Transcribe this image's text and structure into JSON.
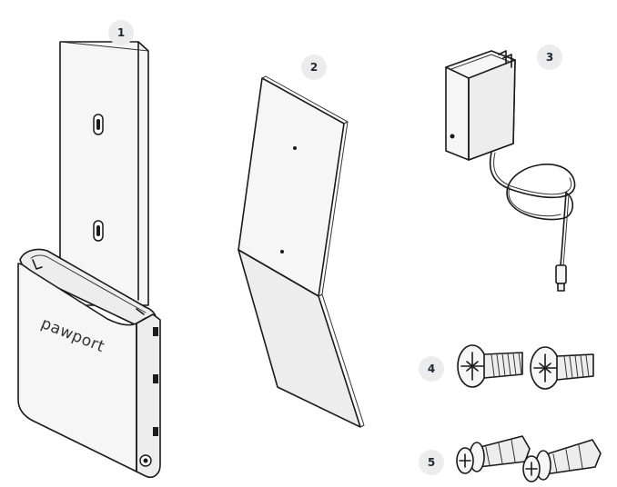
{
  "badges": {
    "one": "1",
    "two": "2",
    "three": "3",
    "four": "4",
    "five": "5"
  },
  "items": {
    "mount": {
      "brand_text": "pawport"
    },
    "plate_icon": "bracket-plate-icon",
    "adapter_icon": "power-adapter-icon",
    "bolt_icon": "machine-screw-icon",
    "anchor_icon": "wall-anchor-screw-icon"
  },
  "colors": {
    "badge_fill": "#ececec",
    "badge_text": "#1f2a36",
    "line": "#1a1a1a"
  }
}
